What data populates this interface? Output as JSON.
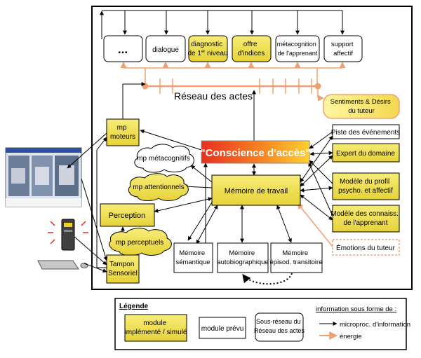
{
  "actions": {
    "ellipsis": "...",
    "dialogue": "dialogue",
    "diagnostic": [
      "diagnostic",
      "de 1",
      "er",
      " niveau"
    ],
    "offre": [
      "offre",
      "d'indices"
    ],
    "metacognition": [
      "métacognition",
      "de l'apprenant"
    ],
    "support": [
      "support",
      "affectif"
    ]
  },
  "reseau_label": "Réseau des actes",
  "sentiments": [
    "Sentiments & Désirs",
    "du tuteur"
  ],
  "right_modules": {
    "piste": "Piste des événements",
    "expert": "Expert du domaine",
    "profil": [
      "Modèle du profil",
      "psycho. et affectif"
    ],
    "connaiss": [
      "Modèle des connaiss.",
      "de l'apprenant"
    ],
    "emotions": "Émotions du tuteur"
  },
  "conscience": "\"Conscience d'accès\"",
  "memoire_travail": "Mémoire de travail",
  "mp": {
    "moteurs": [
      "mp",
      "moteurs"
    ],
    "metacognitifs": "mp métacognitifs",
    "attentionnels": "mp attentionnels",
    "perceptuels": "mp perceptuels"
  },
  "perception": "Perception",
  "tampon": [
    "Tampon",
    "Sensoriel"
  ],
  "memories": {
    "semantique": [
      "Mémoire",
      "sémantique"
    ],
    "autobio": [
      "Mémoire",
      "autobiographique"
    ],
    "episod": [
      "Mémoire",
      "épisod. transitoire"
    ]
  },
  "legend": {
    "title": "Légende",
    "implemented": [
      "module",
      "implémenté / simulé"
    ],
    "planned": "module prévu",
    "subnet": [
      "Sous-réseau du",
      "Réseau des actes"
    ],
    "info_title": "information sous forme de :",
    "micro": "microproc. d'information",
    "energie": "énergie"
  },
  "colors": {
    "module_fill": "#f2e24a",
    "energy": "#f0a070",
    "conscience_left": "#e83020",
    "conscience_right": "#ffd030"
  }
}
